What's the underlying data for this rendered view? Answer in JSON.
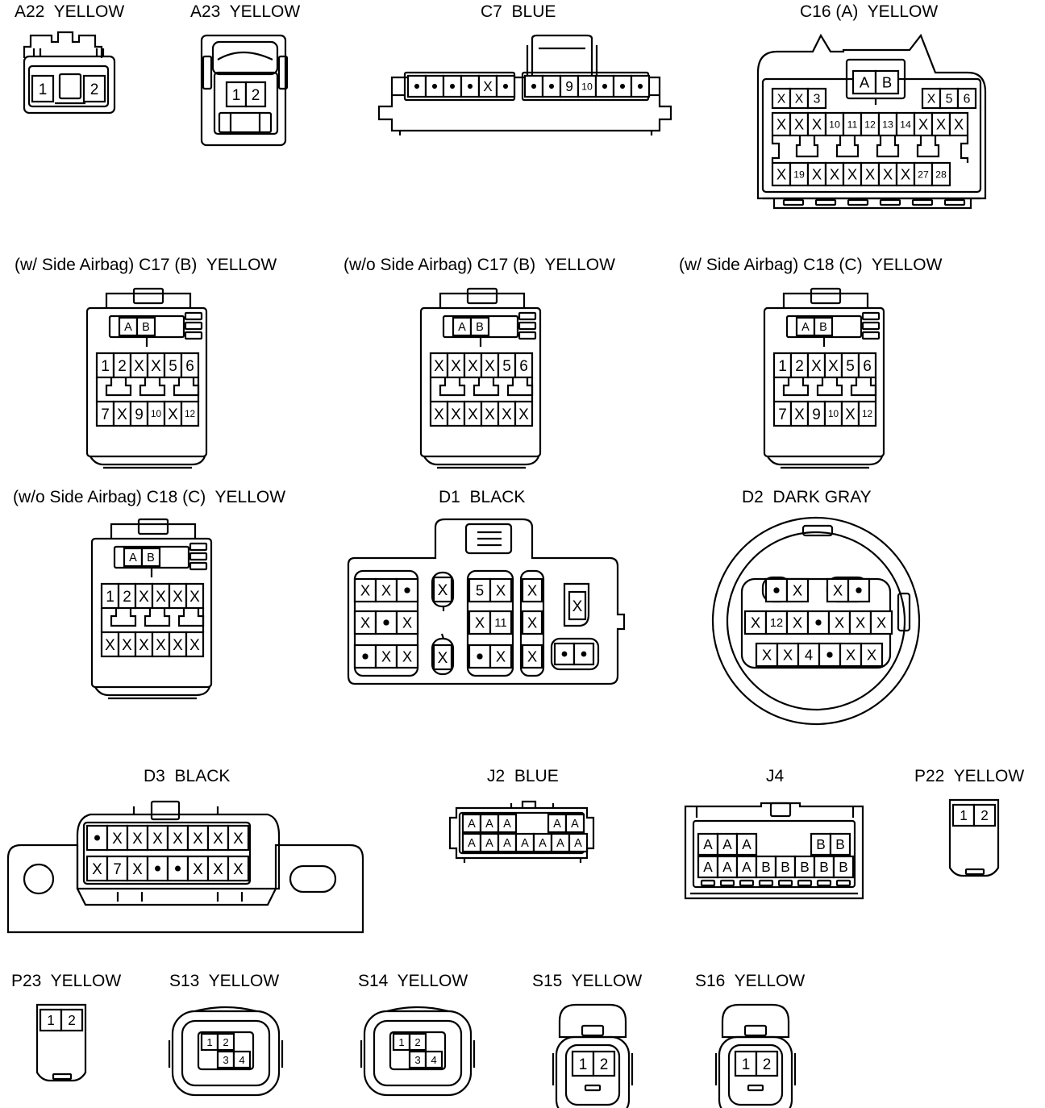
{
  "labels": {
    "a22": "A22  YELLOW",
    "a23": "A23  YELLOW",
    "c7": "C7  BLUE",
    "c16": "C16 (A)  YELLOW",
    "c17_sa": "(w/ Side Airbag) C17 (B)  YELLOW",
    "c17_nsa": "(w/o Side Airbag) C17 (B)  YELLOW",
    "c18_sa": "(w/ Side Airbag) C18 (C)  YELLOW",
    "c18_nsa": "(w/o Side Airbag) C18 (C)  YELLOW",
    "d1": "D1  BLACK",
    "d2": "D2  DARK GRAY",
    "d3": "D3  BLACK",
    "j2": "J2  BLUE",
    "j4": "J4",
    "p22": "P22  YELLOW",
    "p23": "P23  YELLOW",
    "s13": "S13  YELLOW",
    "s14": "S14  YELLOW",
    "s15": "S15  YELLOW",
    "s16": "S16  YELLOW"
  },
  "connectors": {
    "a22": {
      "pins": [
        "1",
        "2"
      ]
    },
    "a23": {
      "pins": [
        "1",
        "2"
      ]
    },
    "c7": {
      "left": [
        "•",
        "•",
        "•",
        "•",
        "X",
        "•"
      ],
      "right": [
        "•",
        "•",
        "9",
        "10",
        "•",
        "•",
        "•"
      ]
    },
    "c16": {
      "keys": [
        "A",
        "B"
      ],
      "row1_left": [
        "X",
        "X",
        "3"
      ],
      "row1_right": [
        "X",
        "5",
        "6"
      ],
      "row2": [
        "X",
        "X",
        "X",
        "10",
        "11",
        "12",
        "13",
        "14",
        "X",
        "X",
        "X"
      ],
      "row3": [
        "X",
        "19",
        "X",
        "X",
        "X",
        "X",
        "X",
        "X",
        "27",
        "28"
      ]
    },
    "c17_sa": {
      "keys": [
        "A",
        "B"
      ],
      "row1": [
        "1",
        "2",
        "X",
        "X",
        "5",
        "6"
      ],
      "row2": [
        "7",
        "X",
        "9",
        "10",
        "X",
        "12"
      ]
    },
    "c17_nsa": {
      "keys": [
        "A",
        "B"
      ],
      "row1": [
        "X",
        "X",
        "X",
        "X",
        "5",
        "6"
      ],
      "row2": [
        "X",
        "X",
        "X",
        "X",
        "X",
        "X"
      ]
    },
    "c18_sa": {
      "keys": [
        "A",
        "B"
      ],
      "row1": [
        "1",
        "2",
        "X",
        "X",
        "5",
        "6"
      ],
      "row2": [
        "7",
        "X",
        "9",
        "10",
        "X",
        "12"
      ]
    },
    "c18_nsa": {
      "keys": [
        "A",
        "B"
      ],
      "row1": [
        "1",
        "2",
        "X",
        "X",
        "X",
        "X"
      ],
      "row2": [
        "X",
        "X",
        "X",
        "X",
        "X",
        "X"
      ]
    },
    "d1": {
      "col1": [
        [
          "X",
          "X",
          "•"
        ],
        [
          "X",
          "•",
          "X"
        ],
        [
          "•",
          "X",
          "X"
        ]
      ],
      "single_top": "X",
      "single_bottom": "X",
      "col2": [
        [
          "5",
          "X"
        ],
        [
          "X",
          "11"
        ],
        [
          "•",
          "X"
        ]
      ],
      "col3": [
        "X",
        "X",
        "X"
      ],
      "side": "X",
      "bottom_pair": [
        "•",
        "•"
      ]
    },
    "d2": {
      "top_left": [
        "•",
        "X"
      ],
      "top_right": [
        "X",
        "•"
      ],
      "middle": [
        "X",
        "12",
        "X",
        "•",
        "X",
        "X",
        "X"
      ],
      "bottom": [
        "X",
        "X",
        "4",
        "•",
        "X",
        "X"
      ]
    },
    "d3": {
      "row1": [
        "•",
        "X",
        "X",
        "X",
        "X",
        "X",
        "X",
        "X"
      ],
      "row2": [
        "X",
        "7",
        "X",
        "•",
        "•",
        "X",
        "X",
        "X"
      ]
    },
    "j2": {
      "row1_left": [
        "A",
        "A",
        "A"
      ],
      "row1_right": [
        "A",
        "A"
      ],
      "row2": [
        "A",
        "A",
        "A",
        "A",
        "A",
        "A",
        "A"
      ]
    },
    "j4": {
      "row1_left": [
        "A",
        "A",
        "A"
      ],
      "row1_right": [
        "B",
        "B"
      ],
      "row2": [
        "A",
        "A",
        "A",
        "B",
        "B",
        "B",
        "B",
        "B"
      ]
    },
    "p22": {
      "pins": [
        "1",
        "2"
      ]
    },
    "p23": {
      "pins": [
        "1",
        "2"
      ]
    },
    "s13": {
      "pins": [
        "1",
        "2",
        "3",
        "4"
      ]
    },
    "s14": {
      "pins": [
        "1",
        "2",
        "3",
        "4"
      ]
    },
    "s15": {
      "pins": [
        "1",
        "2"
      ]
    },
    "s16": {
      "pins": [
        "1",
        "2"
      ]
    }
  }
}
